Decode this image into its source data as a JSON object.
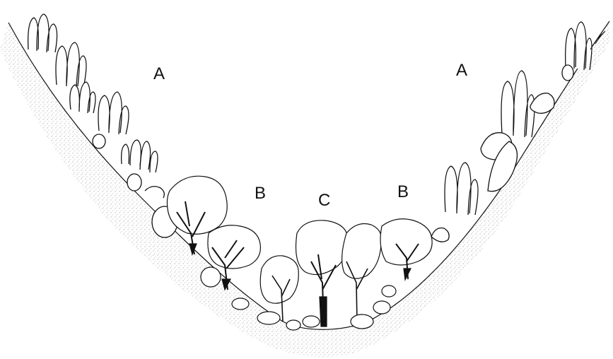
{
  "diagram": {
    "zone_labels": {
      "upper_left": "A",
      "upper_right": "A",
      "mid_left": "B",
      "mid_right": "B",
      "center": "C"
    }
  },
  "colors": {
    "ink": "#111111",
    "soil_stipple": "#9a9a9a",
    "background": "#ffffff"
  }
}
